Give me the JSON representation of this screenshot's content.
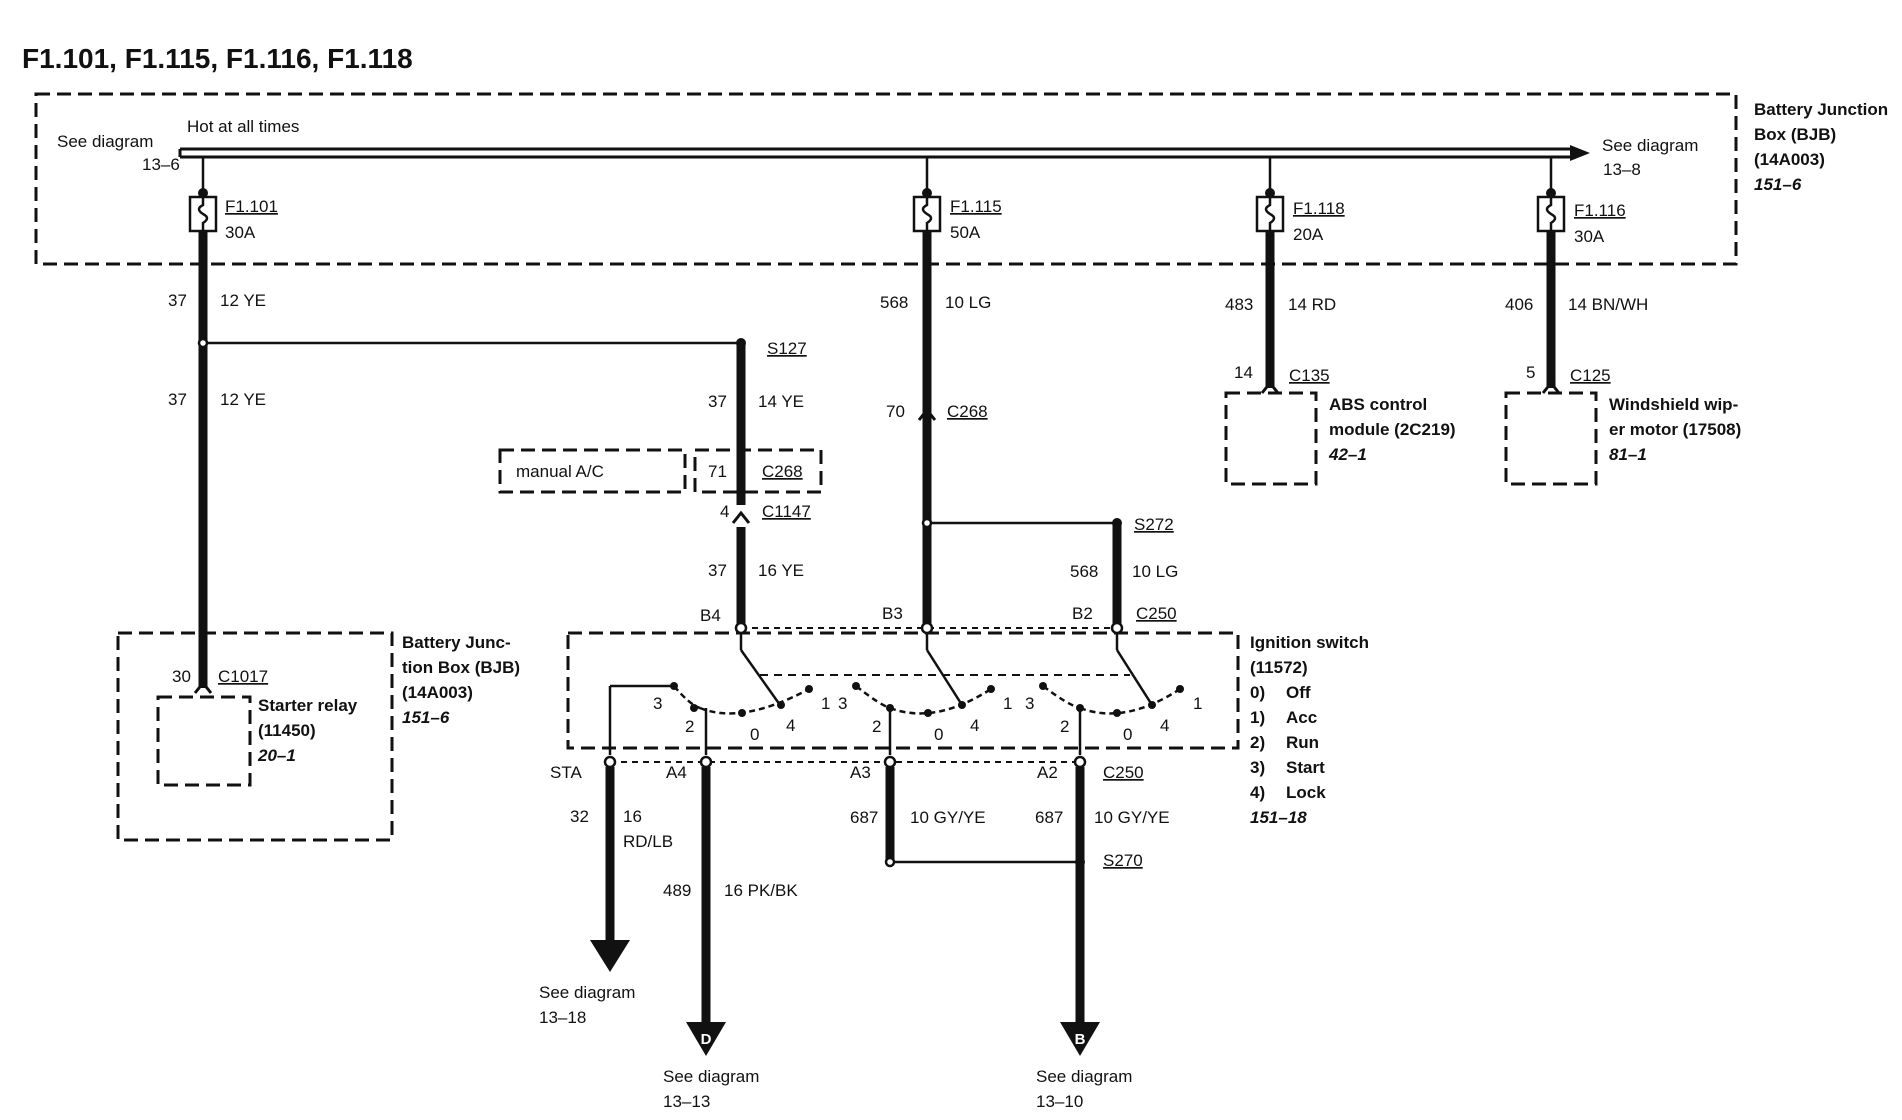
{
  "title": "F1.101, F1.115, F1.116, F1.118",
  "top": {
    "hot_label": "Hot at all times",
    "left_ref_a": "See diagram",
    "left_ref_b": "13–6",
    "right_ref_a": "See diagram",
    "right_ref_b": "13–8"
  },
  "bjb_top": {
    "line1": "Battery Junction",
    "line2": "Box (BJB)",
    "line3": "(14A003)",
    "line4": "151–6"
  },
  "fuses": [
    {
      "id": "F1.101",
      "amp": "30A"
    },
    {
      "id": "F1.115",
      "amp": "50A"
    },
    {
      "id": "F1.118",
      "amp": "20A"
    },
    {
      "id": "F1.116",
      "amp": "30A"
    }
  ],
  "wires": {
    "w37a": {
      "circuit": "37",
      "label": "12 YE"
    },
    "w37b": {
      "circuit": "37",
      "label": "12 YE"
    },
    "w37c": {
      "circuit": "37",
      "label": "14 YE"
    },
    "w37d": {
      "circuit": "37",
      "label": "16 YE"
    },
    "w568a": {
      "circuit": "568",
      "label": "10 LG"
    },
    "w568b": {
      "circuit": "568",
      "label": "10 LG"
    },
    "w483": {
      "circuit": "483",
      "label": "14 RD"
    },
    "w406": {
      "circuit": "406",
      "label": "14 BN/WH"
    },
    "w32": {
      "circuit": "32",
      "label1": "16",
      "label2": "RD/LB"
    },
    "w489": {
      "circuit": "489",
      "label": "16 PK/BK"
    },
    "w687a": {
      "circuit": "687",
      "label": "10 GY/YE"
    },
    "w687b": {
      "circuit": "687",
      "label": "10 GY/YE"
    }
  },
  "splices": {
    "s127": "S127",
    "s272": "S272",
    "s270": "S270"
  },
  "connectors": {
    "c135": {
      "pin": "14",
      "name": "C135"
    },
    "c125": {
      "pin": "5",
      "name": "C125"
    },
    "c268a": {
      "pin": "70",
      "name": "C268"
    },
    "c268b": {
      "pin": "71",
      "name": "C268"
    },
    "c1147": {
      "pin": "4",
      "name": "C1147"
    },
    "c1017": {
      "pin": "30",
      "name": "C1017"
    },
    "c250top": "C250",
    "c250bot": "C250"
  },
  "manual_ac": "manual A/C",
  "abs": {
    "line1": "ABS control",
    "line2": "module (2C219)",
    "line3": "42–1"
  },
  "wiper": {
    "line1": "Windshield wip-",
    "line2": "er motor (17508)",
    "line3": "81–1"
  },
  "bjb_left": {
    "line1": "Battery Junc-",
    "line2": "tion Box (BJB)",
    "line3": "(14A003)",
    "line4": "151–6"
  },
  "starter": {
    "line1": "Starter relay",
    "line2": "(11450)",
    "line3": "20–1"
  },
  "ignition": {
    "line1": "Ignition switch",
    "line2": "(11572)",
    "positions": [
      {
        "num": "0)",
        "name": "Off"
      },
      {
        "num": "1)",
        "name": "Acc"
      },
      {
        "num": "2)",
        "name": "Run"
      },
      {
        "num": "3)",
        "name": "Start"
      },
      {
        "num": "4)",
        "name": "Lock"
      }
    ],
    "ref": "151–18"
  },
  "terminals": {
    "b4": "B4",
    "b3": "B3",
    "b2": "B2",
    "sta": "STA",
    "a4": "A4",
    "a3": "A3",
    "a2": "A2"
  },
  "switch_positions": {
    "p0": "0",
    "p1": "1",
    "p2": "2",
    "p3": "3",
    "p4": "4"
  },
  "bottom_refs": [
    {
      "letter": "",
      "line1": "See diagram",
      "line2": "13–18"
    },
    {
      "letter": "D",
      "line1": "See diagram",
      "line2": "13–13"
    },
    {
      "letter": "B",
      "line1": "See diagram",
      "line2": "13–10"
    }
  ]
}
